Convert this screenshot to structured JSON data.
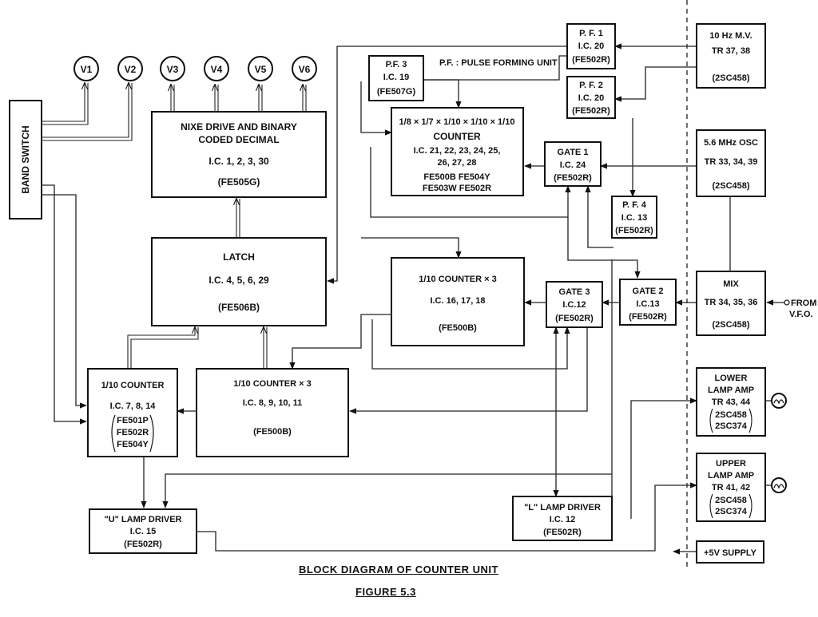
{
  "diagram": {
    "title": "BLOCK DIAGRAM OF COUNTER UNIT",
    "figure": "FIGURE 5.3",
    "note": "P.F. : PULSE FORMING UNIT",
    "voltmeters": [
      "V1",
      "V2",
      "V3",
      "V4",
      "V5",
      "V6"
    ],
    "blocks": {
      "band_switch": [
        "BAND SWITCH"
      ],
      "nixie_drive": [
        "NIXE DRIVE AND BINARY",
        "CODED DECIMAL",
        "I.C. 1, 2, 3, 30",
        "(FE505G)"
      ],
      "latch": [
        "LATCH",
        "I.C. 4, 5, 6, 29",
        "(FE506B)"
      ],
      "pf3": [
        "P.F. 3",
        "I.C. 19",
        "(FE507G)"
      ],
      "main_counter": [
        "1/8 × 1/7 × 1/10 × 1/10 × 1/10",
        "COUNTER",
        "I.C. 21, 22, 23, 24, 25,",
        "26, 27, 28",
        "FE500B    FE504Y",
        "FE503W    FE502R"
      ],
      "pf1": [
        "P. F. 1",
        "I.C. 20",
        "(FE502R)"
      ],
      "pf2": [
        "P. F. 2",
        "I.C. 20",
        "(FE502R)"
      ],
      "osc_10hz": [
        "10 Hz M.V.",
        "TR 37, 38",
        "(2SC458)"
      ],
      "gate1": [
        "GATE 1",
        "I.C. 24",
        "(FE502R)"
      ],
      "osc_56mhz": [
        "5.6 MHz OSC",
        "TR 33, 34, 39",
        "(2SC458)"
      ],
      "pf4": [
        "P. F. 4",
        "I.C. 13",
        "(FE502R)"
      ],
      "counter3_mid": [
        "1/10 COUNTER × 3",
        "I.C. 16, 17, 18",
        "(FE500B)"
      ],
      "gate3": [
        "GATE 3",
        "I.C.12",
        "(FE502R)"
      ],
      "gate2": [
        "GATE 2",
        "I.C.13",
        "(FE502R)"
      ],
      "mix": [
        "MIX",
        "TR 34, 35, 36",
        "(2SC458)"
      ],
      "counter_left": [
        "1/10 COUNTER",
        "I.C. 7, 8, 14",
        "FE501P",
        "FE502R",
        "FE504Y"
      ],
      "counter3_low": [
        "1/10 COUNTER × 3",
        "I.C. 8, 9, 10, 11",
        "(FE500B)"
      ],
      "u_lamp": [
        "\"U\" LAMP DRIVER",
        "I.C. 15",
        "(FE502R)"
      ],
      "l_lamp": [
        "\"L\" LAMP DRIVER",
        "I.C. 12",
        "(FE502R)"
      ],
      "lower_amp": [
        "LOWER",
        "LAMP AMP",
        "TR 43, 44",
        "2SC458",
        "2SC374"
      ],
      "upper_amp": [
        "UPPER",
        "LAMP AMP",
        "TR 41, 42",
        "2SC458",
        "2SC374"
      ],
      "supply": [
        "+5V SUPPLY"
      ]
    },
    "from_vfo": [
      "FROM",
      "V.F.O."
    ]
  }
}
